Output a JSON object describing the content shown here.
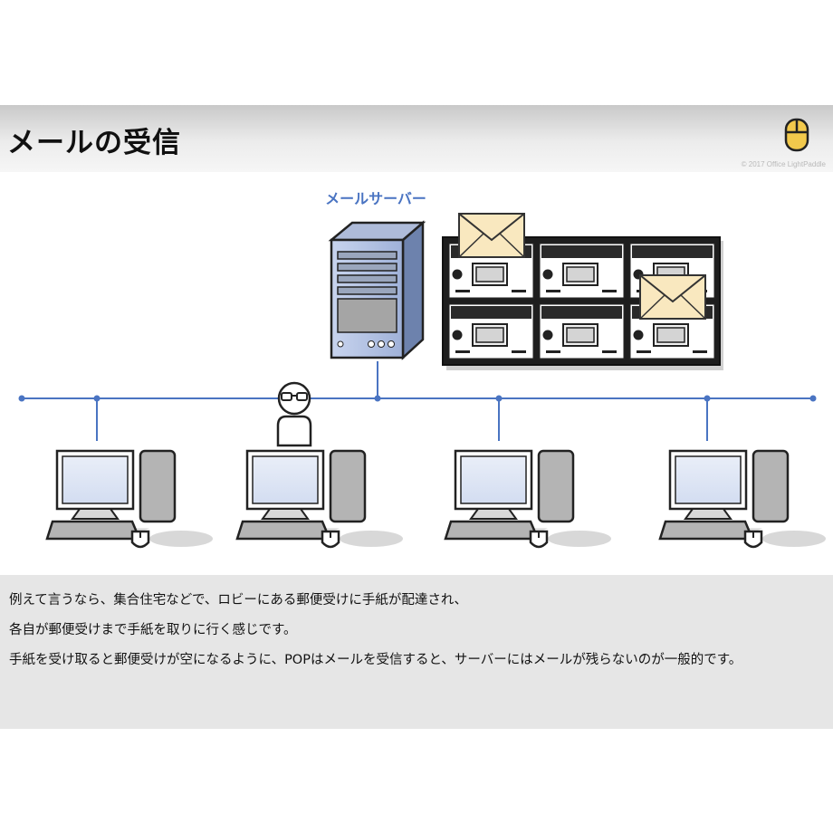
{
  "slide": {
    "title": "メールの受信",
    "copyright": "© 2017 Office LightPaddle"
  },
  "diagram": {
    "server_label": "メールサーバー"
  },
  "description": {
    "lines": [
      "例えて言うなら、集合住宅などで、ロビーにある郵便受けに手紙が配達され、",
      "各自が郵便受けまで手紙を取りに行く感じです。",
      "手紙を受け取ると郵便受けが空になるように、POPはメールを受信すると、サーバーにはメールが残らないのが一般的です。"
    ]
  },
  "colors": {
    "accent": "#4a74c2",
    "logo": "#f2c94c",
    "envelope": "#f9e8bf",
    "text_panel": "#e6e6e6"
  }
}
